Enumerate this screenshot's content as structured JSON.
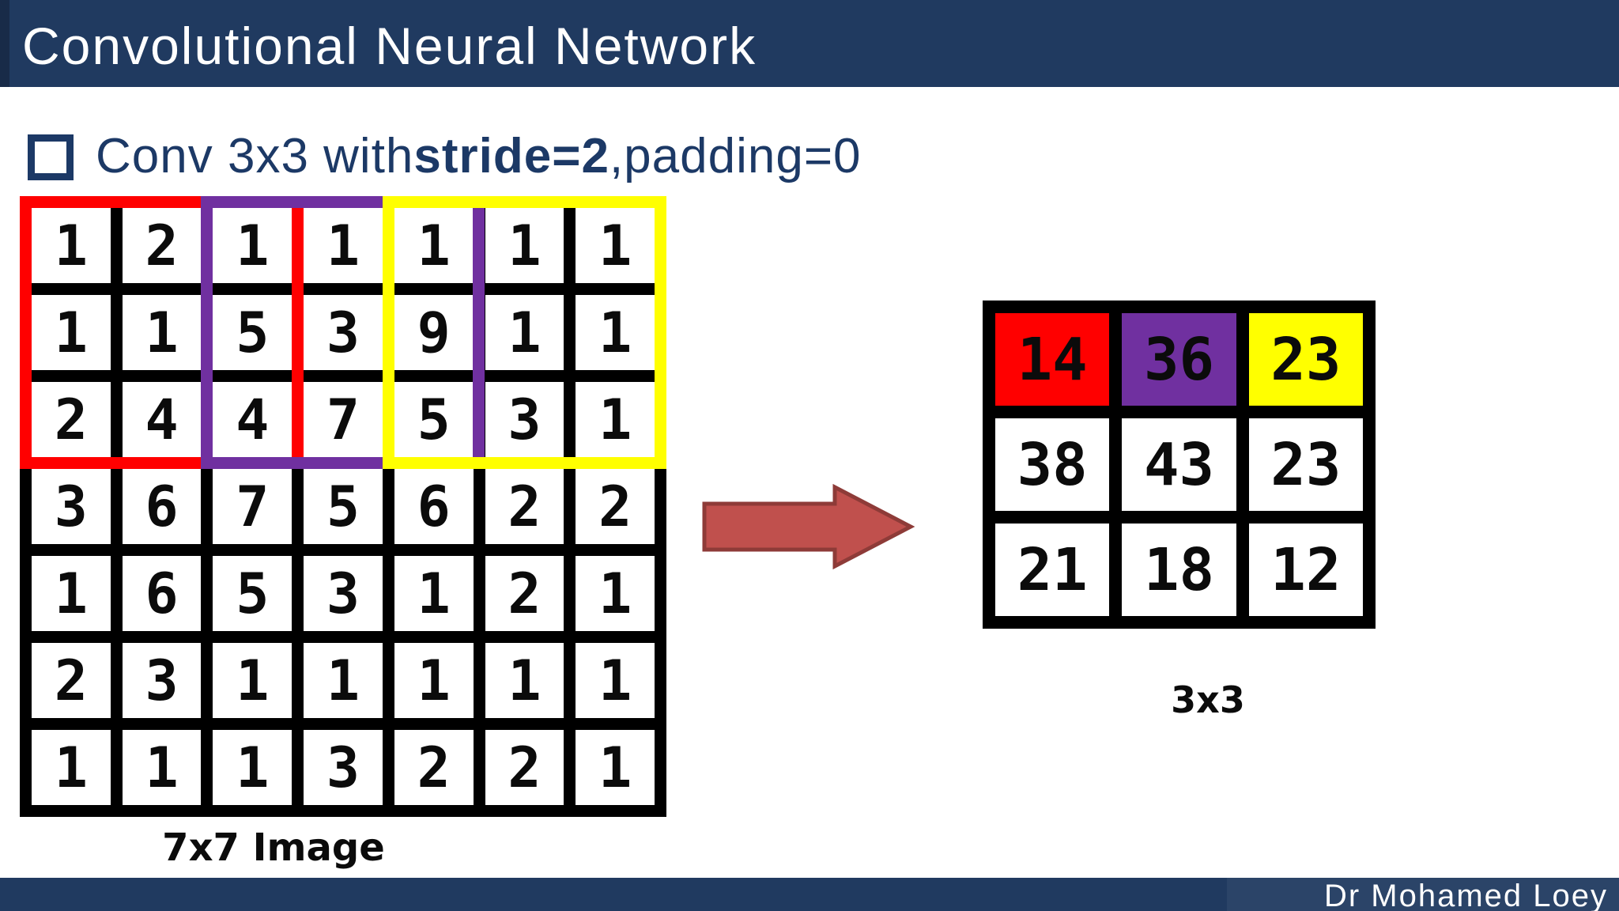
{
  "header": {
    "title": "Convolutional Neural Network"
  },
  "bullet": {
    "prefix": "Conv 3x3 with ",
    "bold": "stride=2",
    "suffix": ",padding=0"
  },
  "input_grid": {
    "label": "7x7 Image",
    "rows": [
      [
        1,
        2,
        1,
        1,
        1,
        1,
        1
      ],
      [
        1,
        1,
        5,
        3,
        9,
        1,
        1
      ],
      [
        2,
        4,
        4,
        7,
        5,
        3,
        1
      ],
      [
        3,
        6,
        7,
        5,
        6,
        2,
        2
      ],
      [
        1,
        6,
        5,
        3,
        1,
        2,
        1
      ],
      [
        2,
        3,
        1,
        1,
        1,
        1,
        1
      ],
      [
        1,
        1,
        1,
        3,
        2,
        2,
        1
      ]
    ]
  },
  "conv_windows": [
    {
      "name": "window-red",
      "color": "#FF0000",
      "covers": "rows 1-3, cols 1-3"
    },
    {
      "name": "window-purple",
      "color": "#7030A0",
      "covers": "rows 1-3, cols 3-5"
    },
    {
      "name": "window-yellow",
      "color": "#FFFF00",
      "covers": "rows 1-3, cols 5-7"
    }
  ],
  "output_grid": {
    "label": "3x3",
    "rows": [
      [
        14,
        36,
        23
      ],
      [
        38,
        43,
        23
      ],
      [
        21,
        18,
        12
      ]
    ],
    "row0_cell_colors": [
      "#FF0000",
      "#7030A0",
      "#FFFF00"
    ]
  },
  "footer": {
    "credit": "Dr Mohamed Loey"
  },
  "colors": {
    "navy": "#203A60",
    "navy_text": "#1C3966",
    "grid_line": "#000000",
    "cell_bg": "#FFFFFF",
    "arrow_fill": "#C0504D",
    "arrow_stroke": "#8E3B38"
  }
}
